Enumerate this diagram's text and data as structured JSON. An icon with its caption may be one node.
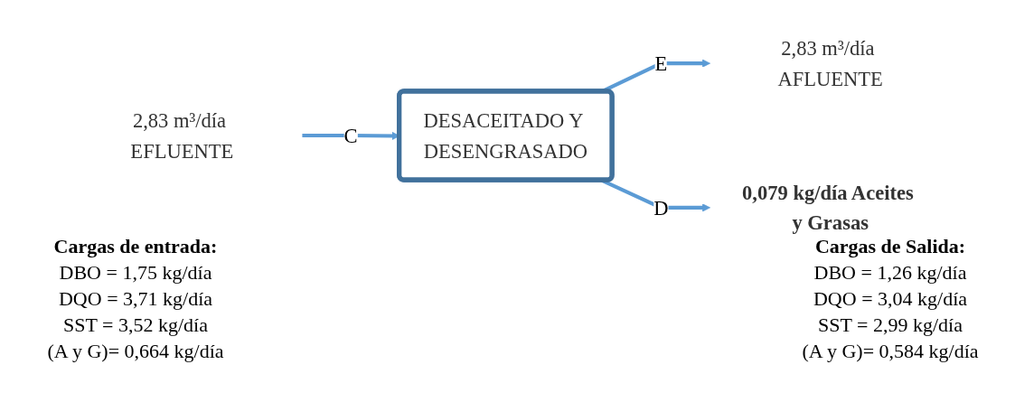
{
  "diagram": {
    "nodes": [
      {
        "text": [
          "2,83 m³/día EFLUENTE"
        ]
      },
      {
        "text": [
          "DESACEITADO Y DESENGRASADO"
        ]
      },
      {
        "text": [
          "2,83 m³/día AFLUENTE"
        ]
      },
      {
        "text": [
          "0,079 kg/día Aceites y Grasas"
        ]
      }
    ],
    "edges": [
      {
        "from": 0,
        "to": 1,
        "arrow": "to",
        "label": "C"
      },
      {
        "from": 1,
        "to": 2,
        "arrow": "to",
        "label": "E"
      },
      {
        "from": 1,
        "to": 3,
        "arrow": "to",
        "label": "D"
      }
    ],
    "labels": [
      "Cargas de entrada:",
      "DBO = 1,75 kg/día",
      "DQO = 3,71 kg/día",
      "SST = 3,52 kg/día",
      "(A y G)= 0,664 kg/día",
      "Cargas de Salida:",
      "DBO = 1,26  kg/día",
      "DQO = 3,04  kg/día",
      "SST = 2,99  kg/día",
      "(A y G)= 0,584  kg/día"
    ]
  }
}
